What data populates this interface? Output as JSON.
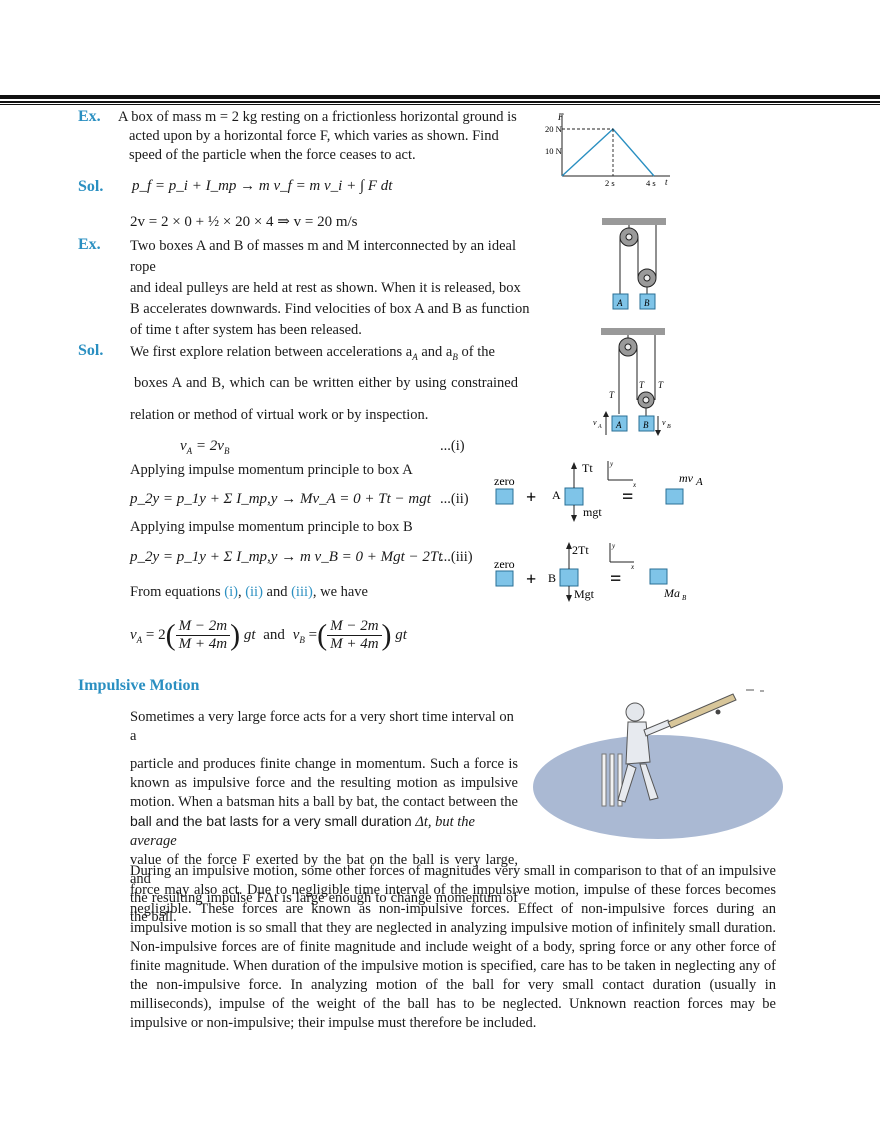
{
  "ex1": {
    "label": "Ex.",
    "lines": [
      "A box of mass m = 2 kg resting on a frictionless horizontal ground is",
      "acted upon by a horizontal force F, which varies as shown.  Find",
      "speed of the particle when the force ceases to act."
    ]
  },
  "sol1": {
    "label": "Sol.",
    "eq1": "p_f = p_i + I_mp  →  m v_f = m v_i + ∫ F dt",
    "eq2": "2v = 2 × 0 + ½ × 20 × 4  ⇒  v = 20 m/s"
  },
  "graph1": {
    "y_axis": "F",
    "x_axis": "t",
    "y_ticks": [
      "20 N",
      "10 N"
    ],
    "x_ticks": [
      "2 s",
      "4 s"
    ]
  },
  "ex2": {
    "label": "Ex.",
    "lines": [
      "Two boxes A and B of masses m and M interconnected by an ideal rope",
      "and ideal pulleys are held at rest as shown. When it is released, box",
      "B accelerates downwards. Find velocities of box A and B as function",
      "of time t after system has been released."
    ]
  },
  "pulley": {
    "box_a": "A",
    "box_b": "B",
    "tension": "T",
    "va": "v",
    "vb": "v",
    "va_sub": "A",
    "vb_sub": "B"
  },
  "sol2": {
    "label": "Sol.",
    "line1": "We first explore relation between accelerations a",
    "line1_sub_a": "A",
    "line1_and": " and a",
    "line1_sub_b": "B",
    "line1_end": " of the",
    "line2": "boxes A and B, which can be written either by using constrained",
    "line3": "relation or method of virtual work or by inspection.",
    "eq_i_lhs": "v",
    "eq_i_sub_a": "A",
    "eq_i_mid": " = 2v",
    "eq_i_sub_b": "B",
    "eq_i_tag": "...(i)",
    "apply_a": "Applying impulse momentum principle to box A",
    "eq_ii": "p_2y = p_1y + Σ I_mp,y  →   Mv_A = 0 + Tt − mgt",
    "eq_ii_tag": "...(ii)",
    "apply_b": "Applying impulse momentum principle to box B",
    "eq_iii": "p_2y = p_1y + Σ I_mp,y  →   m v_B = 0 + Mgt − 2Tt",
    "eq_iii_tag": "...(iii)",
    "from_pre": "From equations ",
    "from_i": "(i)",
    "from_c1": ", ",
    "from_ii": "(ii)",
    "from_and": " and ",
    "from_iii": "(iii)",
    "from_post": ", we have",
    "final_va": "v",
    "final_va_sub": "A",
    "final_coef": "= 2",
    "final_num": "M − 2m",
    "final_den": "M + 4m",
    "final_gt": "gt",
    "final_and": "and",
    "final_vb": "v",
    "final_vb_sub": "B"
  },
  "impulse_a": {
    "zero": "zero",
    "box": "A",
    "up": "Tt",
    "down": "mgt",
    "result": "mv",
    "result_sub": "A",
    "axis_x": "x",
    "axis_y": "y"
  },
  "impulse_b": {
    "zero": "zero",
    "box": "B",
    "up": "2Tt",
    "down": "Mgt",
    "result": "Ma",
    "result_sub": "B",
    "axis_x": "x",
    "axis_y": "y"
  },
  "impulsive": {
    "heading": "Impulsive  Motion",
    "p1_lines": [
      "Sometimes a very large force acts for a very short time interval on a",
      "particle and produces finite change in momentum. Such a force is",
      "known as impulsive force and the resulting motion as impulsive",
      "motion. When a batsman hits a ball by bat, the contact between the"
    ],
    "p1_sans": "ball and the bat lasts for a very small duration",
    "p1_sans_tail": " Δt, but the average",
    "p1_rest": [
      "value of the force F exerted by the bat on the ball is very large, and",
      "the resulting impulse FΔt is large enough to change momentum of",
      "the ball."
    ],
    "p2": "During an impulsive motion, some other forces of magnitudes very small in comparison to that of an impulsive force may also act. Due to negligible time interval of the impulsive motion, impulse of these forces becomes negligible. These forces are known as non-impulsive forces. Effect of non-impulsive forces during an impulsive motion is so small that they are neglected in analyzing impulsive motion of infinitely small duration. Non-impulsive forces are of finite magnitude and include weight of a body, spring force or any other force of finite magnitude. When duration of the impulsive motion is specified, care has to be taken in neglecting any of the non-impulsive force. In analyzing motion of the ball for very small contact duration (usually in milliseconds), impulse of the weight of the ball has to be neglected. Unknown reaction forces may be impulsive or non-impulsive; their impulse must therefore be included."
  }
}
